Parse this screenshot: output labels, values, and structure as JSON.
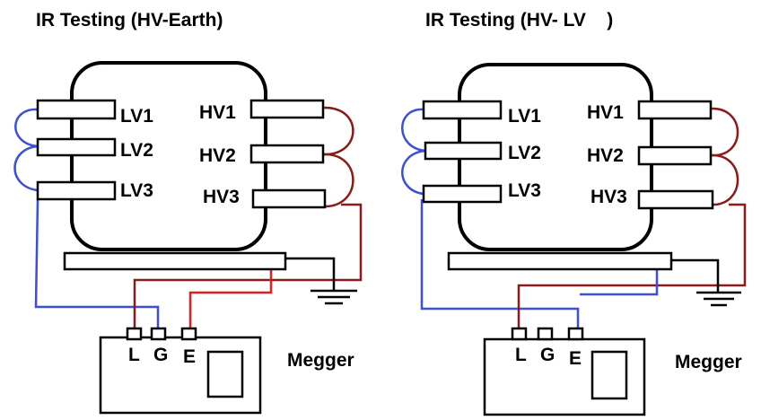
{
  "colors": {
    "lv_wire": "#3b4fd8",
    "hv_wire": "#8b1a1a",
    "earth_wire": "#e02020",
    "black": "#000000"
  },
  "panels": [
    {
      "title": "IR Testing (HV-Earth)",
      "lv_labels": [
        "LV1",
        "LV2",
        "LV3"
      ],
      "hv_labels": [
        "HV1",
        "HV2",
        "HV3"
      ],
      "terminals": [
        "L",
        "G",
        "E"
      ],
      "instrument": "Megger"
    },
    {
      "title": "IR Testing (HV- LV    )",
      "lv_labels": [
        "LV1",
        "LV2",
        "LV3"
      ],
      "hv_labels": [
        "HV1",
        "HV2",
        "HV3"
      ],
      "terminals": [
        "L",
        "G",
        "E"
      ],
      "instrument": "Megger"
    }
  ]
}
